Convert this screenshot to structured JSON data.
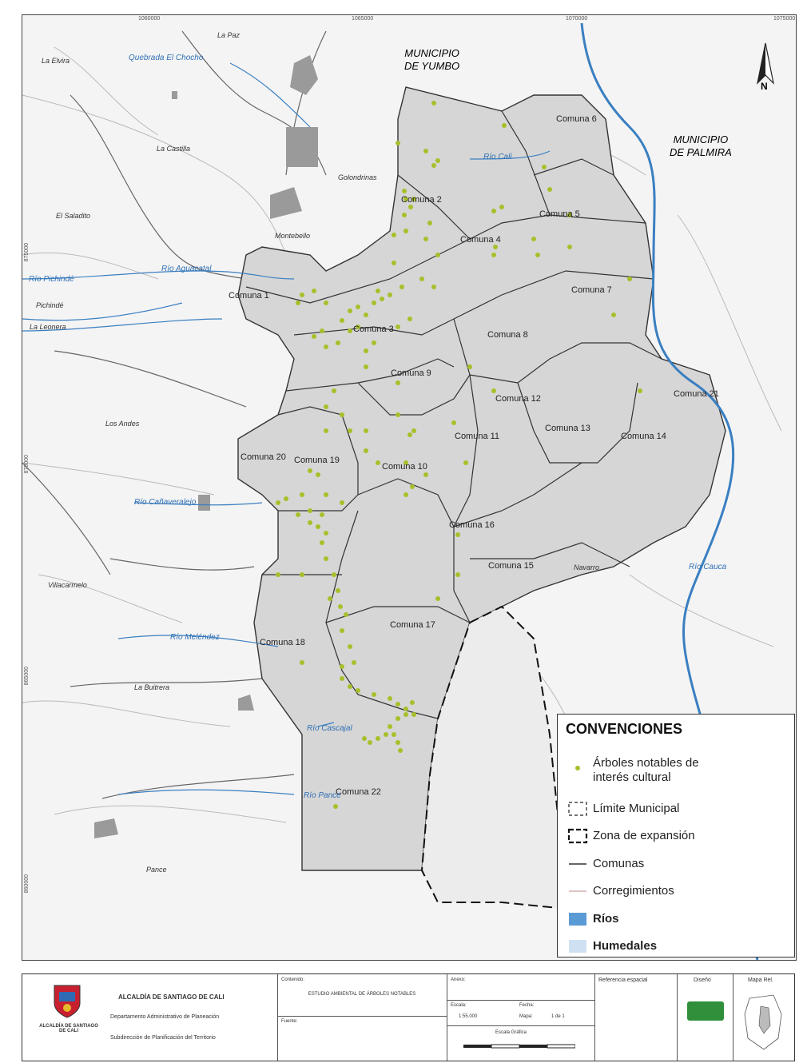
{
  "labels": {
    "municipios": [
      {
        "id": "yumbo",
        "lines": [
          "MUNICIPIO",
          "DE YUMBO"
        ]
      },
      {
        "id": "palmira",
        "lines": [
          "MUNICIPIO",
          "DE PALMIRA"
        ]
      }
    ],
    "north": "N",
    "comunas": [
      "Comuna 1",
      "Comuna 2",
      "Comuna 3",
      "Comuna 4",
      "Comuna 5",
      "Comuna 6",
      "Comuna 7",
      "Comuna 8",
      "Comuna 9",
      "Comuna 10",
      "Comuna 11",
      "Comuna 12",
      "Comuna 13",
      "Comuna 14",
      "Comuna 15",
      "Comuna 16",
      "Comuna 17",
      "Comuna 18",
      "Comuna 19",
      "Comuna 20",
      "Comuna 21",
      "Comuna 22"
    ],
    "rivers": [
      "Quebrada El Chocho",
      "Río Cali",
      "Río Aguacatal",
      "Río Cañaveralejo",
      "Río Meléndez",
      "Río Pance",
      "Río Cauca",
      "Río Cascajal",
      "Río Pichindé"
    ],
    "corregimientos": [
      "La Paz",
      "La Elvira",
      "La Castilla",
      "Golondrinas",
      "El Saladito",
      "Montebello",
      "Pichindé",
      "La Leonera",
      "Los Andes",
      "Villacarmelo",
      "La Buitrera",
      "Navarro",
      "Pance"
    ]
  },
  "coordinates": {
    "top": [
      "1060000",
      "1065000",
      "1070000",
      "1075000"
    ],
    "left": [
      "875000",
      "870000",
      "865000",
      "860000"
    ]
  },
  "legend": {
    "title": "CONVENCIONES",
    "items": [
      {
        "label_line1": "Árboles notables de",
        "label_line2": "interés cultural",
        "symbol": "green-dot"
      },
      {
        "label_line1": "Límite Municipal",
        "label_line2": "",
        "symbol": "dashed-box"
      },
      {
        "label_line1": "Zona de expansión",
        "label_line2": "",
        "symbol": "thick-dashed-box"
      },
      {
        "label_line1": "Comunas",
        "label_line2": "",
        "symbol": "dark-line"
      },
      {
        "label_line1": "Corregimientos",
        "label_line2": "",
        "symbol": "light-line"
      },
      {
        "label_line1": "Ríos",
        "label_line2": "",
        "symbol": "blue-fill"
      },
      {
        "label_line1": "Humedales",
        "label_line2": "",
        "symbol": "lightblue-fill"
      }
    ]
  },
  "footer": {
    "org_name": "ALCALDÍA DE SANTIAGO DE CALI",
    "dept": "Departamento Administrativo de Planeación",
    "subdept": "Subdirección de Planificación del Territorio",
    "logo_text": "ALCALDÍA DE SANTIAGO DE CALI",
    "contenido_label": "Contenido:",
    "contenido_value": "ESTUDIO AMBIENTAL DE ÁRBOLES NOTABLES",
    "fuente_label": "Fuente:",
    "anexo_label": "Anexo:",
    "escala_label": "Escala:",
    "escala_value": "1:55.000",
    "fecha_label": "Fecha:",
    "mapa_label": "Mapa:",
    "mapa_value": "1 de 1",
    "escala_grafica": "Escala Gráfica",
    "referencia_label": "Referencia espacial",
    "diseno_label": "Diseño",
    "mapa_rel_label": "Mapa Rel."
  },
  "colors": {
    "tree": "#a9bf2a",
    "urban": "#d6d6d6",
    "river": "#3a7fc1",
    "boundary": "#333333",
    "background": "#f4f4f4"
  }
}
